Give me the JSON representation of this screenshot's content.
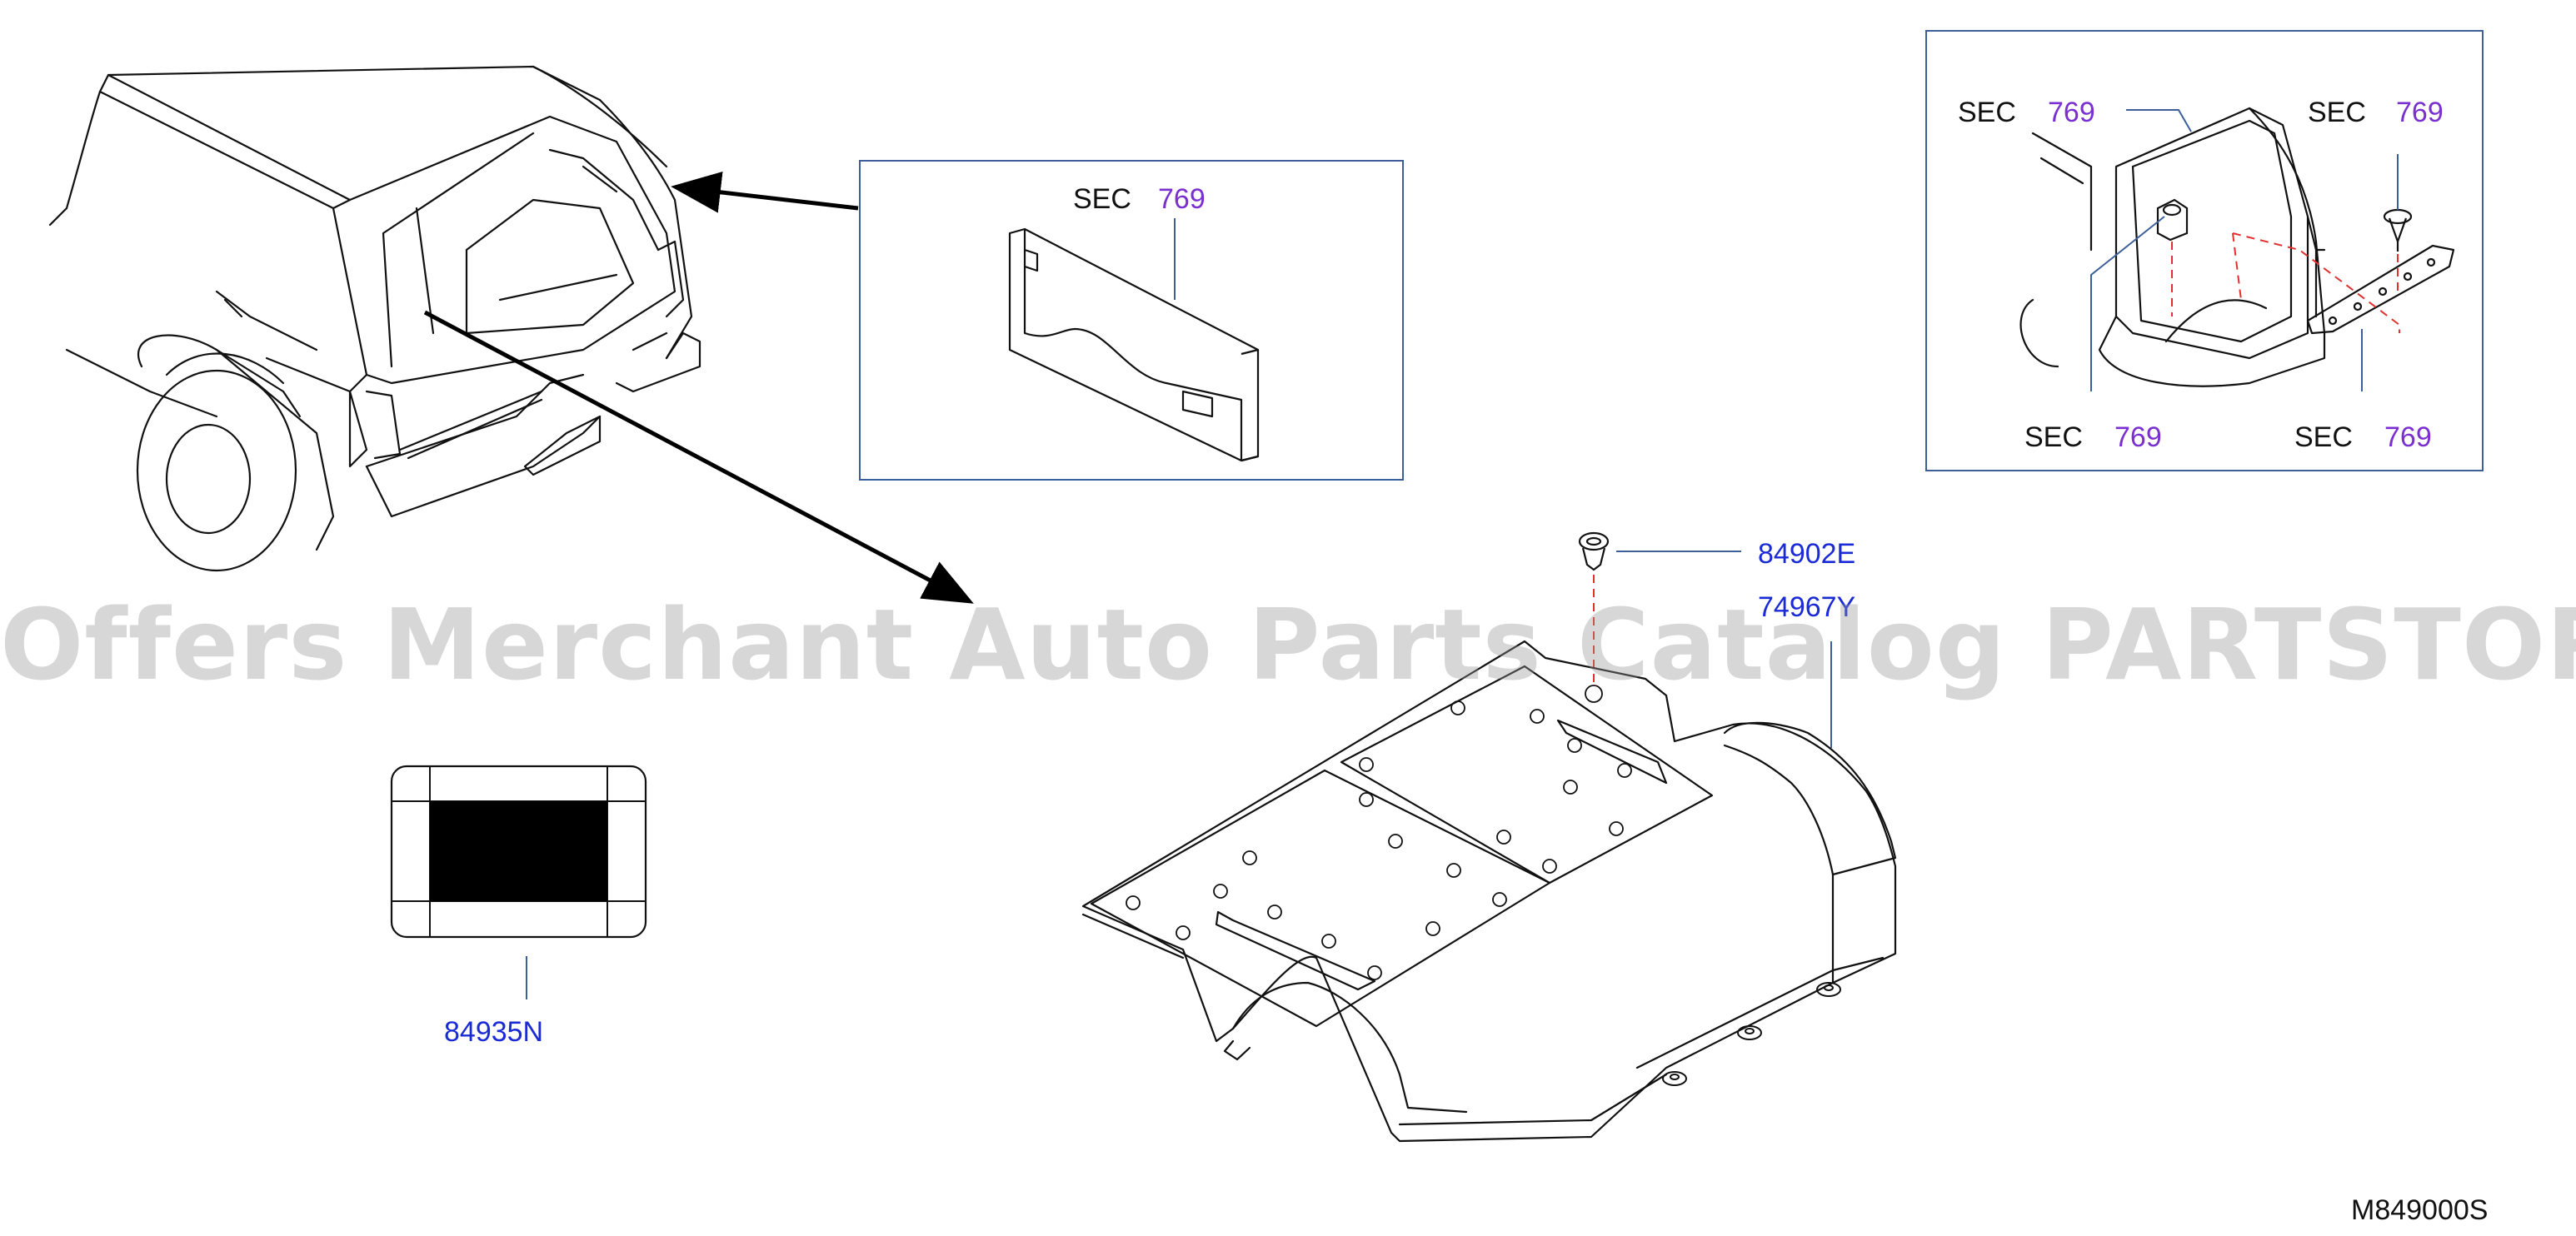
{
  "watermark": "Offers Merchant Auto Parts Catalog PARTSTORE.SA",
  "diagram_code": "M849000S",
  "parts": {
    "clip": "84902E",
    "trunk_floor_mat": "74967Y",
    "label_plate": "84935N"
  },
  "sections": {
    "side_panel_box": {
      "prefix": "SEC",
      "number": "769"
    },
    "inset_top_left": {
      "prefix": "SEC",
      "number": "769"
    },
    "inset_top_right": {
      "prefix": "SEC",
      "number": "769"
    },
    "inset_bottom_left": {
      "prefix": "SEC",
      "number": "769"
    },
    "inset_bottom_right": {
      "prefix": "SEC",
      "number": "769"
    }
  },
  "colors": {
    "part_number": "#1a2bd6",
    "section_number": "#7a2fd0",
    "box_border": "#3c5f9a",
    "guide_dash": "#e03030"
  }
}
